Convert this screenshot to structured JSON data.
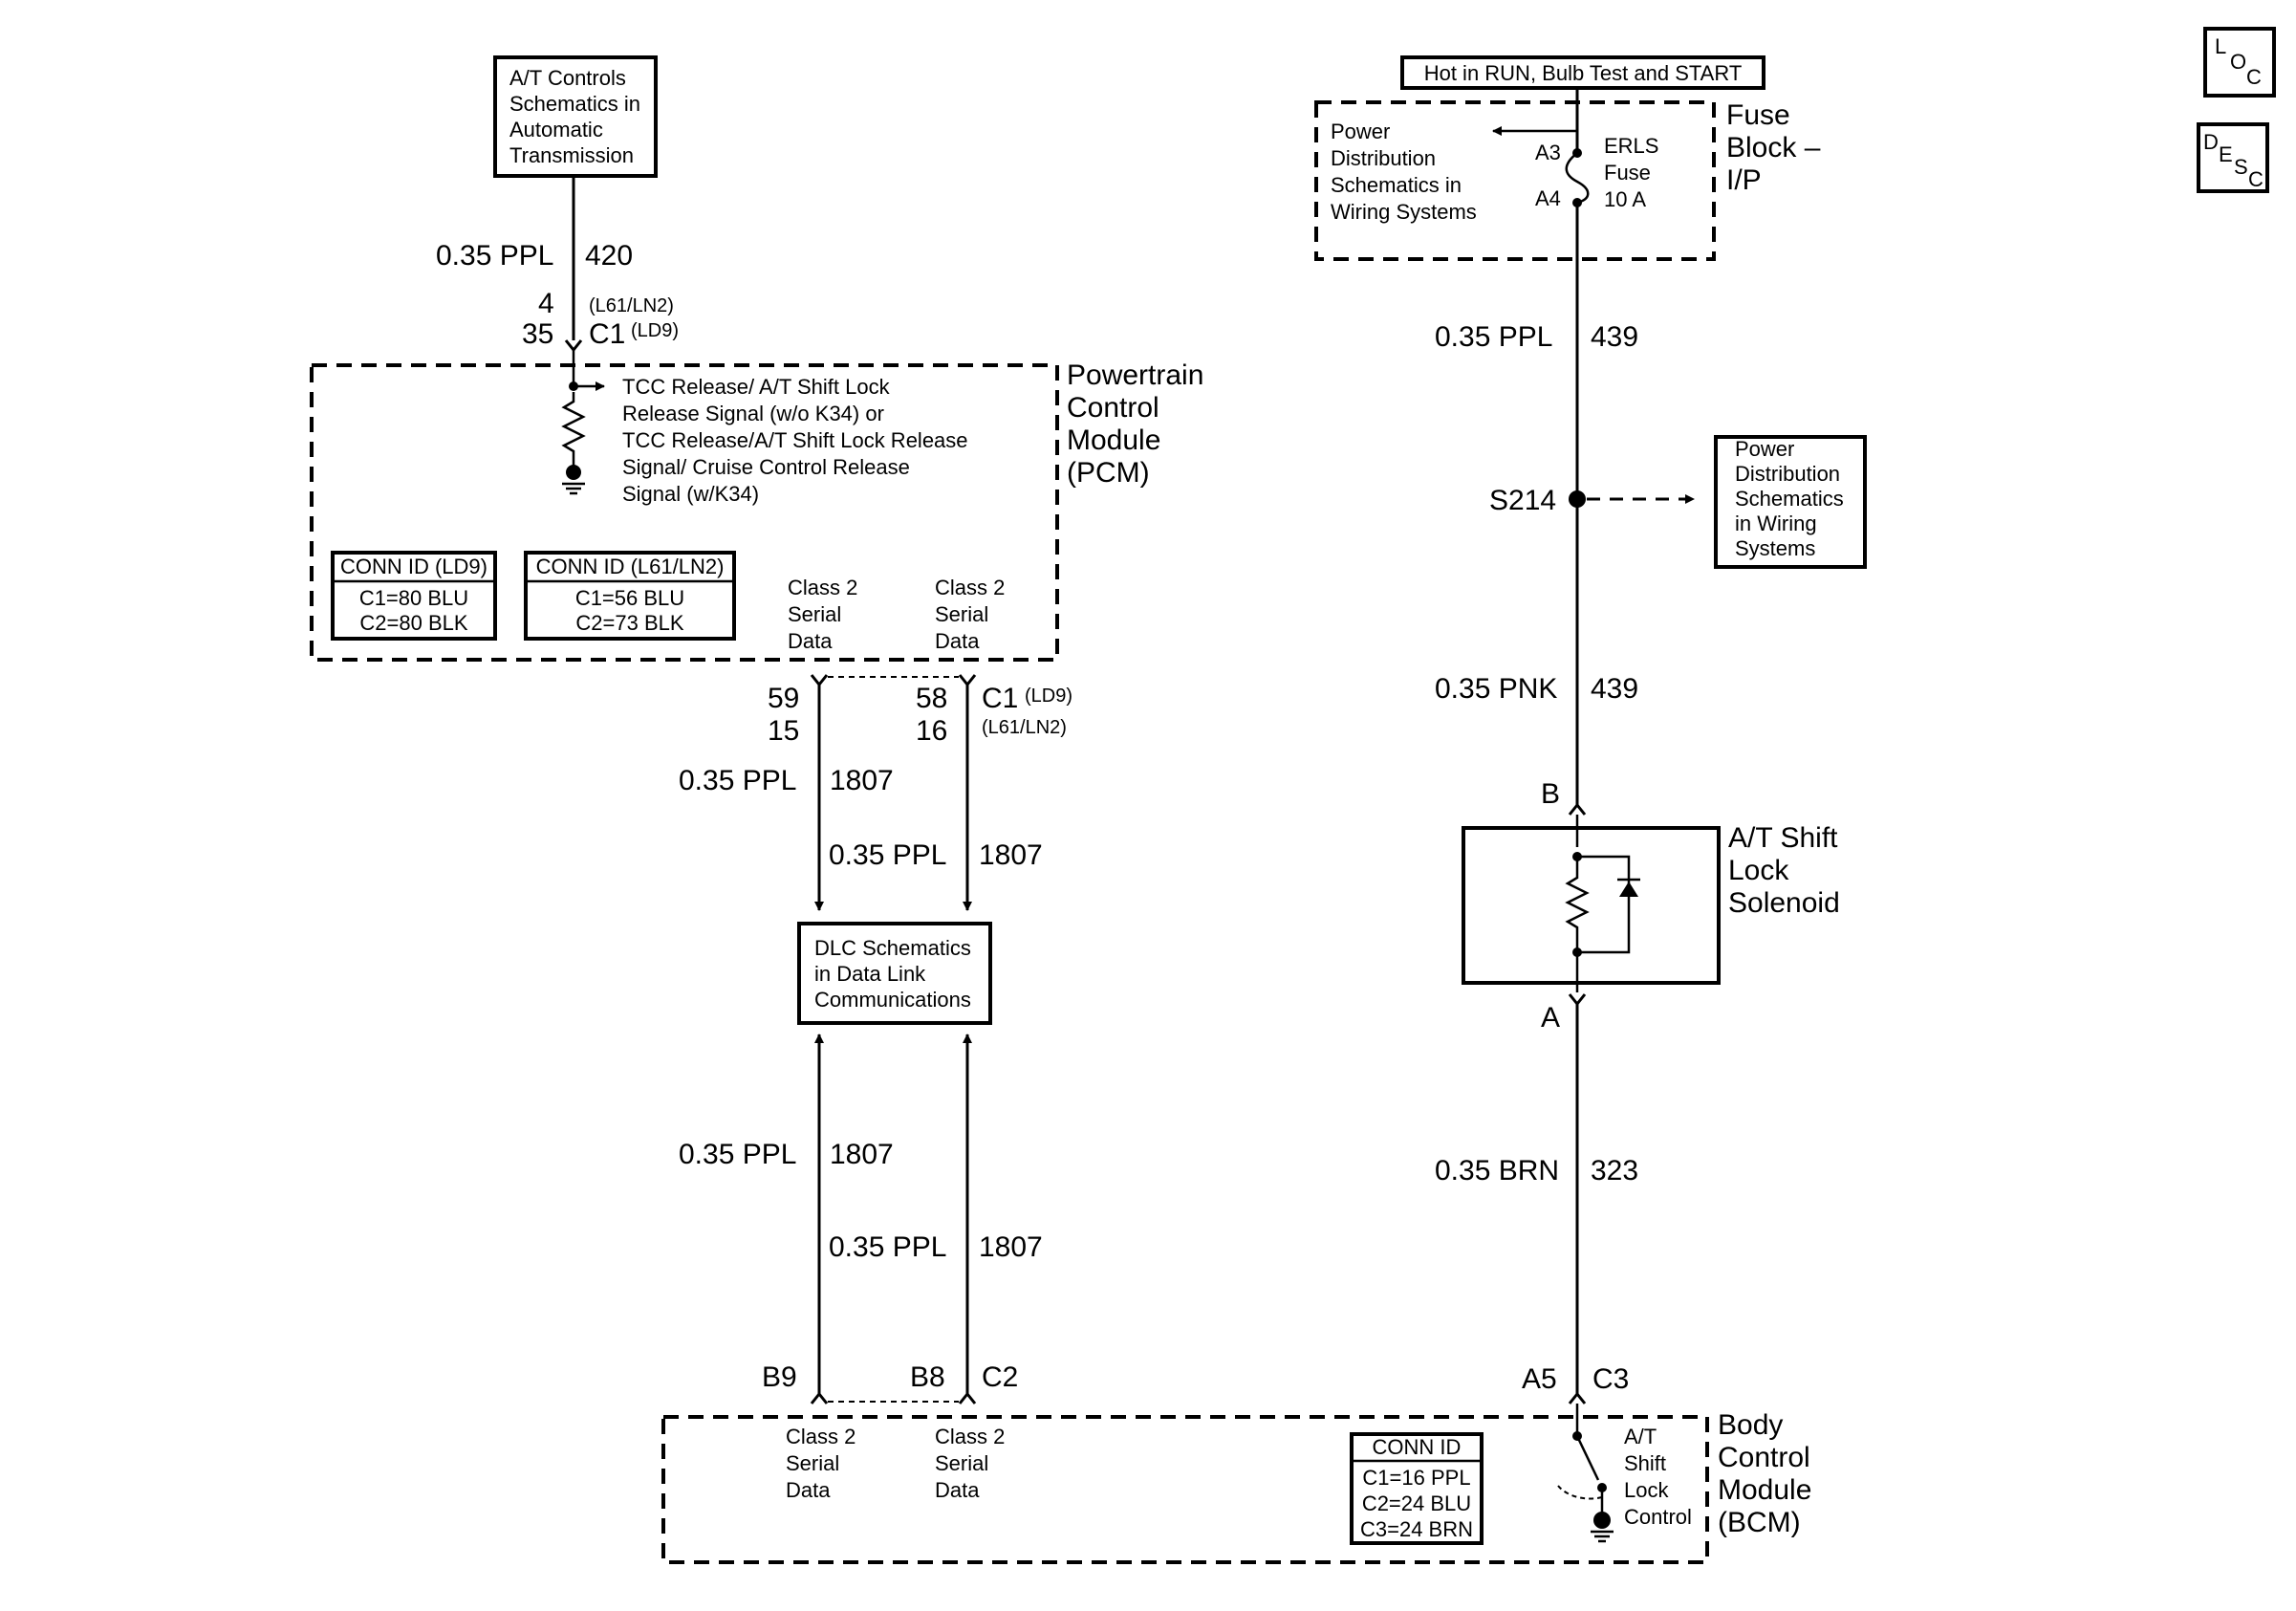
{
  "at_controls": {
    "lines": [
      "A/T Controls",
      "Schematics in",
      "Automatic",
      "Transmission"
    ]
  },
  "wire_420": {
    "gauge": "0.35 PPL",
    "circuit": "420"
  },
  "pcm_conn": {
    "pin_ln2": "4",
    "opt_ln2": "(L61/LN2)",
    "pin_ld9": "35",
    "conn": "C1",
    "opt_ld9": "(LD9)"
  },
  "pcm": {
    "name_lines": [
      "Powertrain",
      "Control",
      "Module",
      "(PCM)"
    ],
    "signal_lines": [
      "TCC Release/ A/T Shift Lock",
      "Release Signal (w/o K34) or",
      "TCC Release/A/T Shift Lock Release",
      "Signal/ Cruise Control Release",
      "Signal (w/K34)"
    ],
    "conn_ld9": {
      "header": "CONN ID (LD9)",
      "rows": [
        "C1=80 BLU",
        "C2=80 BLK"
      ]
    },
    "conn_ln2": {
      "header": "CONN ID (L61/LN2)",
      "rows": [
        "C1=56 BLU",
        "C2=73 BLK"
      ]
    },
    "class2_left": [
      "Class 2",
      "Serial",
      "Data"
    ],
    "class2_right": [
      "Class 2",
      "Serial",
      "Data"
    ],
    "pin_left_top": "59",
    "pin_left_bot": "15",
    "pin_right_top": "58",
    "pin_right_bot": "16",
    "pin_conn": "C1",
    "pin_opt_ld9": "(LD9)",
    "pin_opt_ln2": "(L61/LN2)"
  },
  "wires_1807": {
    "upper_left": {
      "gauge": "0.35 PPL",
      "circuit": "1807"
    },
    "upper_right": {
      "gauge": "0.35 PPL",
      "circuit": "1807"
    },
    "lower_left": {
      "gauge": "0.35 PPL",
      "circuit": "1807"
    },
    "lower_right": {
      "gauge": "0.35 PPL",
      "circuit": "1807"
    }
  },
  "dlc": {
    "lines": [
      "DLC Schematics",
      "in Data Link",
      "Communications"
    ]
  },
  "fuse_block": {
    "hot_label": "Hot in RUN, Bulb Test and START",
    "pd_lines": [
      "Power",
      "Distribution",
      "Schematics in",
      "Wiring Systems"
    ],
    "pin_a3": "A3",
    "pin_a4": "A4",
    "fuse_lines": [
      "ERLS",
      "Fuse",
      "10 A"
    ],
    "name_lines": [
      "Fuse",
      "Block –",
      "I/P"
    ]
  },
  "wire_439_upper": {
    "gauge": "0.35 PPL",
    "circuit": "439"
  },
  "splice": {
    "label": "S214"
  },
  "pd_box": {
    "lines": [
      "Power",
      "Distribution",
      "Schematics",
      "in Wiring",
      "Systems"
    ]
  },
  "wire_439_lower": {
    "gauge": "0.35 PNK",
    "circuit": "439"
  },
  "solenoid": {
    "pin_b": "B",
    "pin_a": "A",
    "name_lines": [
      "A/T Shift",
      "Lock",
      "Solenoid"
    ]
  },
  "wire_323": {
    "gauge": "0.35 BRN",
    "circuit": "323"
  },
  "bcm": {
    "pin_b9": "B9",
    "pin_b8": "B8",
    "pin_c2": "C2",
    "pin_a5": "A5",
    "pin_c3": "C3",
    "class2_left": [
      "Class 2",
      "Serial",
      "Data"
    ],
    "class2_right": [
      "Class 2",
      "Serial",
      "Data"
    ],
    "conn": {
      "header": "CONN ID",
      "rows": [
        "C1=16 PPL",
        "C2=24 BLU",
        "C3=24 BRN"
      ]
    },
    "switch_lines": [
      "A/T",
      "Shift",
      "Lock",
      "Control"
    ],
    "name_lines": [
      "Body",
      "Control",
      "Module",
      "(BCM)"
    ]
  },
  "icons": {
    "loc": {
      "big": "L",
      "mid": "O",
      "small": "C"
    },
    "desc": {
      "big": "D",
      "mid": "E",
      "small": "S",
      "tiny": "C"
    }
  }
}
